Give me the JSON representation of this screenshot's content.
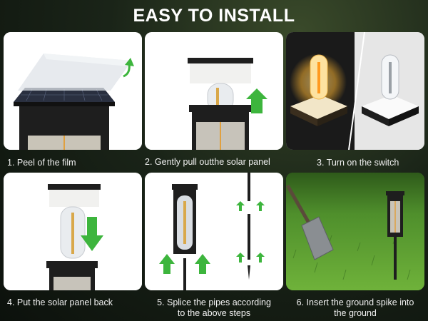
{
  "title": "EASY TO INSTALL",
  "steps": [
    {
      "caption": "1. Peel of the film"
    },
    {
      "caption": "2. Gently pull outthe solar panel"
    },
    {
      "caption": "3. Turn on the switch"
    },
    {
      "caption": "4. Put the solar panel back"
    },
    {
      "caption_line1": "5. Splice the pipes according",
      "caption_line2": "to the above steps"
    },
    {
      "caption_line1": "6. Insert the ground spike into",
      "caption_line2": "the ground"
    }
  ],
  "colors": {
    "arrow": "#3db53d",
    "lamp_body": "#1e1e1e",
    "glow": "#f5b030",
    "grass": "#4f8f2c"
  }
}
